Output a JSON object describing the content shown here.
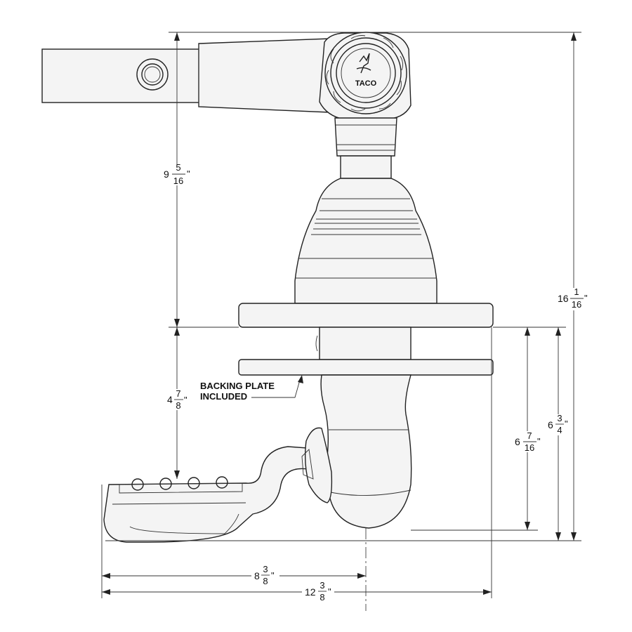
{
  "dimensions": {
    "top_to_deck": {
      "whole": "9",
      "num": "5",
      "den": "16",
      "unit": "\""
    },
    "deck_to_handle": {
      "whole": "4",
      "num": "7",
      "den": "8",
      "unit": "\""
    },
    "overall_height": {
      "whole": "16",
      "num": "1",
      "den": "16",
      "unit": "\""
    },
    "below_deck_base": {
      "whole": "6",
      "num": "7",
      "den": "16",
      "unit": "\""
    },
    "below_deck_total": {
      "whole": "6",
      "num": "3",
      "den": "4",
      "unit": "\""
    },
    "center_offset": {
      "whole": "8",
      "num": "3",
      "den": "8",
      "unit": "\""
    },
    "overall_width": {
      "whole": "12",
      "num": "3",
      "den": "8",
      "unit": "\""
    }
  },
  "callout": {
    "line1": "BACKING PLATE",
    "line2": "INCLUDED"
  },
  "logo": {
    "text": "TACO"
  }
}
